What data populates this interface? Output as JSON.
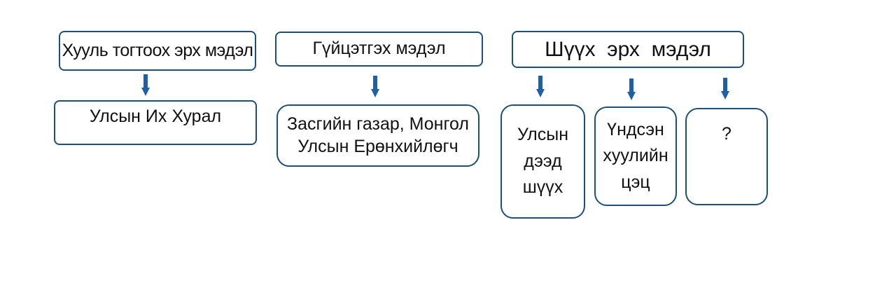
{
  "colors": {
    "border": "#1f4e79",
    "arrow": "#1f5fa6",
    "text": "#111111"
  },
  "branches": {
    "legislative": {
      "header": "Хууль тогтоох эрх мэдэл",
      "child": "Улсын Их Хурал"
    },
    "executive": {
      "header": "Гүйцэтгэх мэдэл",
      "child_line1": "Засгийн газар, Монгол",
      "child_line2": "Улсын Ерөнхийлөгч"
    },
    "judicial": {
      "header": "Шүүх  эрх  мэдэл",
      "child1_line1": "Улсын",
      "child1_line2": "дээд",
      "child1_line3": "шүүх",
      "child2_line1": "Үндсэн",
      "child2_line2": "хуулийн",
      "child2_line3": "цэц",
      "child3": "?"
    }
  },
  "icons": {
    "arrow": "arrow-down-icon"
  }
}
